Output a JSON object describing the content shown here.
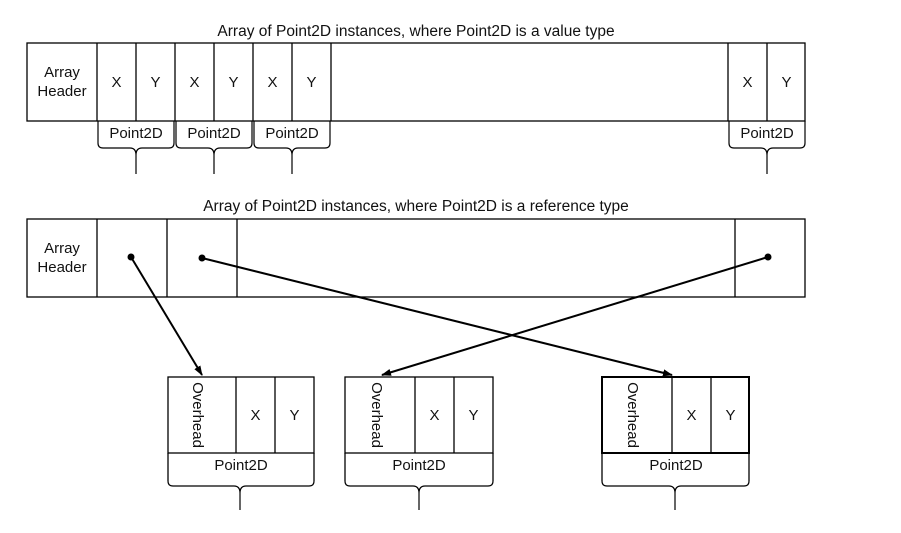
{
  "value_type_diagram": {
    "title": "Array of Point2D instances, where Point2D is a value type",
    "header_line1": "Array",
    "header_line2": "Header",
    "x_label": "X",
    "y_label": "Y",
    "element_label": "Point2D"
  },
  "reference_type_diagram": {
    "title": "Array of Point2D instances, where Point2D is a reference type",
    "header_line1": "Array",
    "header_line2": "Header",
    "objects": [
      {
        "overhead_label": "Overhead",
        "x_label": "X",
        "y_label": "Y",
        "type_label": "Point2D"
      },
      {
        "overhead_label": "Overhead",
        "x_label": "X",
        "y_label": "Y",
        "type_label": "Point2D"
      },
      {
        "overhead_label": "Overhead",
        "x_label": "X",
        "y_label": "Y",
        "type_label": "Point2D"
      }
    ]
  }
}
